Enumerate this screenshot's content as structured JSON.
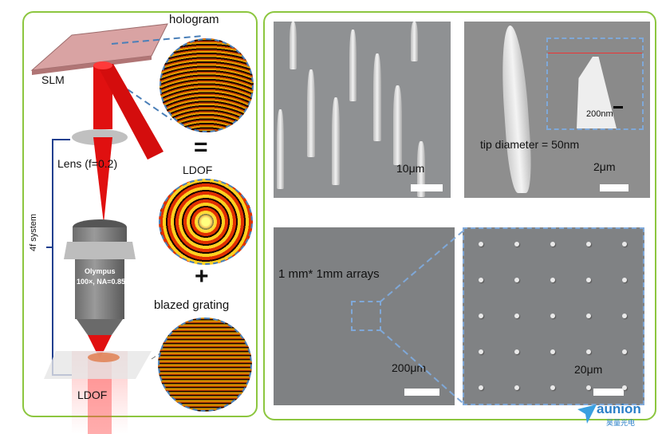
{
  "left_panel": {
    "hologram_label": "hologram",
    "slm_label": "SLM",
    "lens_label": "Lens (f=0.2)",
    "system_label": "4f system",
    "objective_line1": "Olympus",
    "objective_line2": "100×, NA=0.85",
    "output_label": "LDOF",
    "equals_sign": "=",
    "ldof_label": "LDOF",
    "plus_sign": "+",
    "grating_label": "blazed grating"
  },
  "right_panel": {
    "top_left": {
      "scale": "10μm"
    },
    "top_right": {
      "annotation": "tip diameter = 50nm",
      "scale": "2μm",
      "inset_scale": "200nm"
    },
    "bottom_left": {
      "annotation": "1 mm* 1mm arrays",
      "scale": "200μm"
    },
    "bottom_right": {
      "scale": "20μm"
    }
  },
  "watermark": {
    "brand": "aunion",
    "subtitle": "昊量光电"
  },
  "colors": {
    "border": "#8cc63f",
    "beam": "#e01010",
    "dash": "#4a7fb8"
  }
}
